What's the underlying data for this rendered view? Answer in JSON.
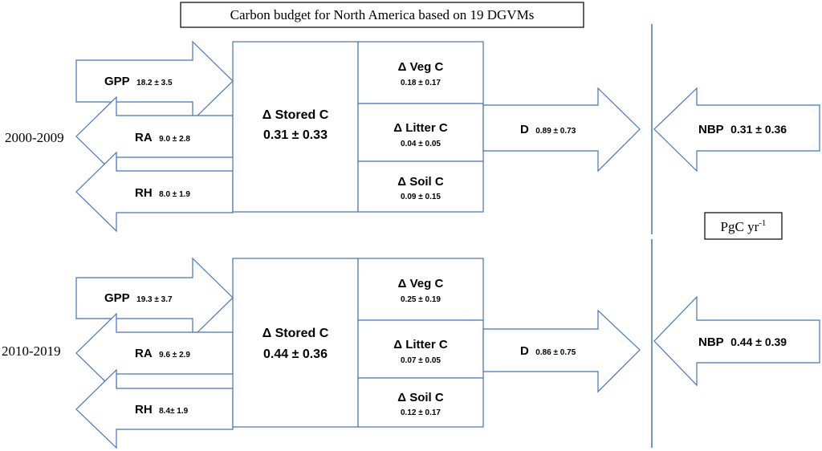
{
  "title": "Carbon budget for North America based on 19 DGVMs",
  "unit": {
    "base": "PgC yr",
    "sup": "-1"
  },
  "colors": {
    "stroke": "#4472c4"
  },
  "periods": [
    {
      "label": "2000-2009",
      "gpp": {
        "name": "GPP",
        "value": "18.2 ± 3.5"
      },
      "ra": {
        "name": "RA",
        "value": "9.0 ± 2.8"
      },
      "rh": {
        "name": "RH",
        "value": "8.0 ± 1.9"
      },
      "stored": {
        "name": "Δ Stored C",
        "value": "0.31 ± 0.33"
      },
      "veg": {
        "name": "Δ Veg C",
        "value": "0.18 ± 0.17"
      },
      "litter": {
        "name": "Δ Litter C",
        "value": "0.04 ± 0.05"
      },
      "soil": {
        "name": "Δ Soil C",
        "value": "0.09 ± 0.15"
      },
      "d": {
        "name": "D",
        "value": "0.89 ± 0.73"
      },
      "nbp": {
        "name": "NBP",
        "value": "0.31 ± 0.36"
      }
    },
    {
      "label": "2010-2019",
      "gpp": {
        "name": "GPP",
        "value": "19.3 ± 3.7"
      },
      "ra": {
        "name": "RA",
        "value": "9.6 ± 2.9"
      },
      "rh": {
        "name": "RH",
        "value": "8.4± 1.9"
      },
      "stored": {
        "name": "Δ Stored C",
        "value": "0.44 ± 0.36"
      },
      "veg": {
        "name": "Δ Veg C",
        "value": "0.25 ± 0.19"
      },
      "litter": {
        "name": "Δ Litter C",
        "value": "0.07 ± 0.05"
      },
      "soil": {
        "name": "Δ Soil C",
        "value": "0.12 ± 0.17"
      },
      "d": {
        "name": "D",
        "value": "0.86 ± 0.75"
      },
      "nbp": {
        "name": "NBP",
        "value": "0.44 ± 0.39"
      }
    }
  ]
}
